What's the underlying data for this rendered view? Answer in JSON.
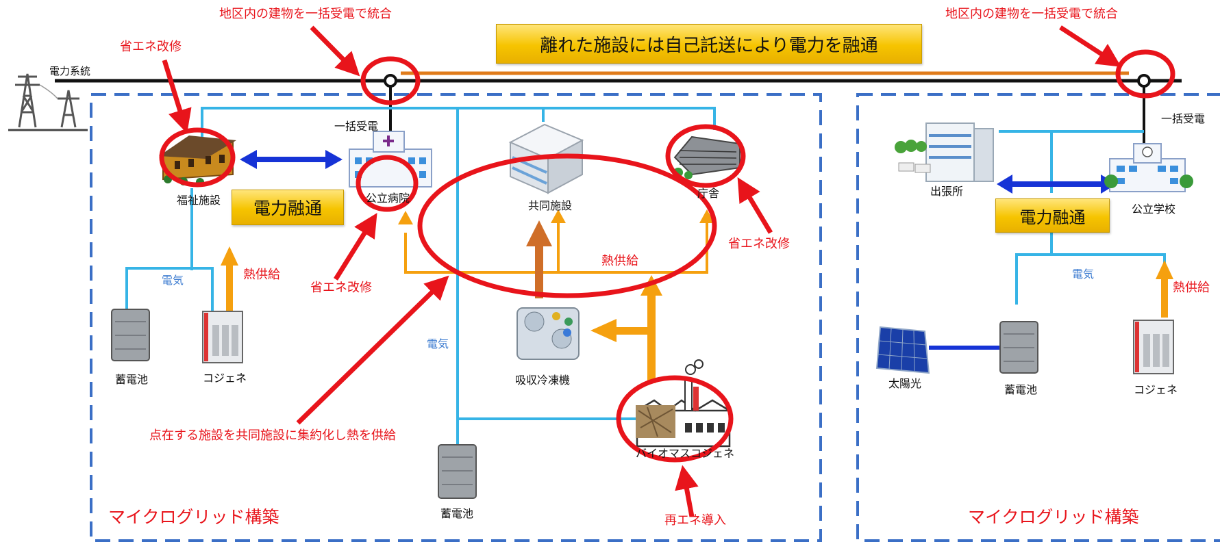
{
  "power_grid_label": "電力系統",
  "bulk_receive_label": "一括受電",
  "integration_label": "地区内の建物を一括受電で統合",
  "remote_transfer_banner": "離れた施設には自己託送により電力を融通",
  "power_sharing_label": "電力融通",
  "retrofit_label": "省エネ改修",
  "heat_supply_label": "熱供給",
  "electricity_label": "電気",
  "renewable_label": "再エネ導入",
  "consolidation_label": "点在する施設を共同施設に集約化し熱を供給",
  "microgrid_label": "マイクログリッド構築",
  "left": {
    "welfare": "福祉施設",
    "hospital": "公立病院",
    "shared": "共同施設",
    "government": "庁舎",
    "battery": "蓄電池",
    "cogen": "コジェネ",
    "chiller": "吸収冷凍機",
    "biomass": "バイオマスコジェネ",
    "battery2": "蓄電池"
  },
  "right": {
    "branch": "出張所",
    "school": "公立学校",
    "solar": "太陽光",
    "battery": "蓄電池",
    "cogen": "コジェネ"
  }
}
